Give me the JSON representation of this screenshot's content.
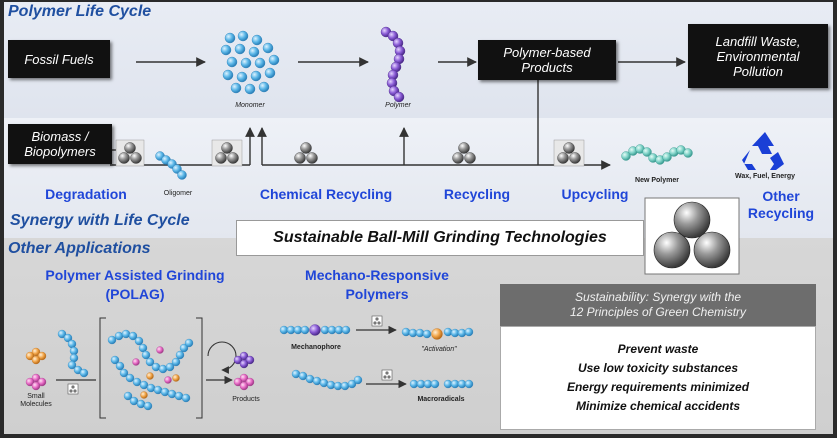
{
  "sections": {
    "lifecycle": "Polymer Life Cycle",
    "synergy": "Synergy with Life Cycle",
    "other": "Other Applications"
  },
  "boxes": {
    "fossil": "Fossil Fuels",
    "products_1": "Polymer-based",
    "products_2": "Products",
    "landfill_1": "Landfill Waste,",
    "landfill_2": "Environmental",
    "landfill_3": "Pollution",
    "biomass_1": "Biomass /",
    "biomass_2": "Biopolymers"
  },
  "small_labels": {
    "monomer": "Monomer",
    "polymer": "Polymer",
    "oligomer": "Oligomer",
    "new_polymer": "New Polymer",
    "wax": "Wax, Fuel, Energy",
    "mechanophore": "Mechanophore",
    "activation": "\"Activation\"",
    "macroradicals": "Macroradicals",
    "small_molecules_1": "Small",
    "small_molecules_2": "Molecules",
    "products": "Products"
  },
  "processes": {
    "degradation": "Degradation",
    "chemical_recycling": "Chemical Recycling",
    "recycling": "Recycling",
    "upcycling": "Upcycling",
    "other_recycling_1": "Other",
    "other_recycling_2": "Recycling"
  },
  "banner": "Sustainable Ball-Mill Grinding Technologies",
  "apps": {
    "polag_1": "Polymer Assisted Grinding",
    "polag_2": "(POLAG)",
    "mech_1": "Mechano-Responsive",
    "mech_2": "Polymers"
  },
  "sustainability": {
    "header_1": "Sustainability: Synergy with the",
    "header_2": "12 Principles of Green Chemistry",
    "principles": [
      "Prevent waste",
      "Use low toxicity substances",
      "Energy requirements minimized",
      "Minimize chemical accidents"
    ]
  },
  "colors": {
    "section_title": "#1f4fa0",
    "process_label": "#2046d8",
    "bead_light": "#5bb7e8",
    "bead_purple": "#7b4fc4",
    "recycle_icon": "#1a3fd6"
  }
}
